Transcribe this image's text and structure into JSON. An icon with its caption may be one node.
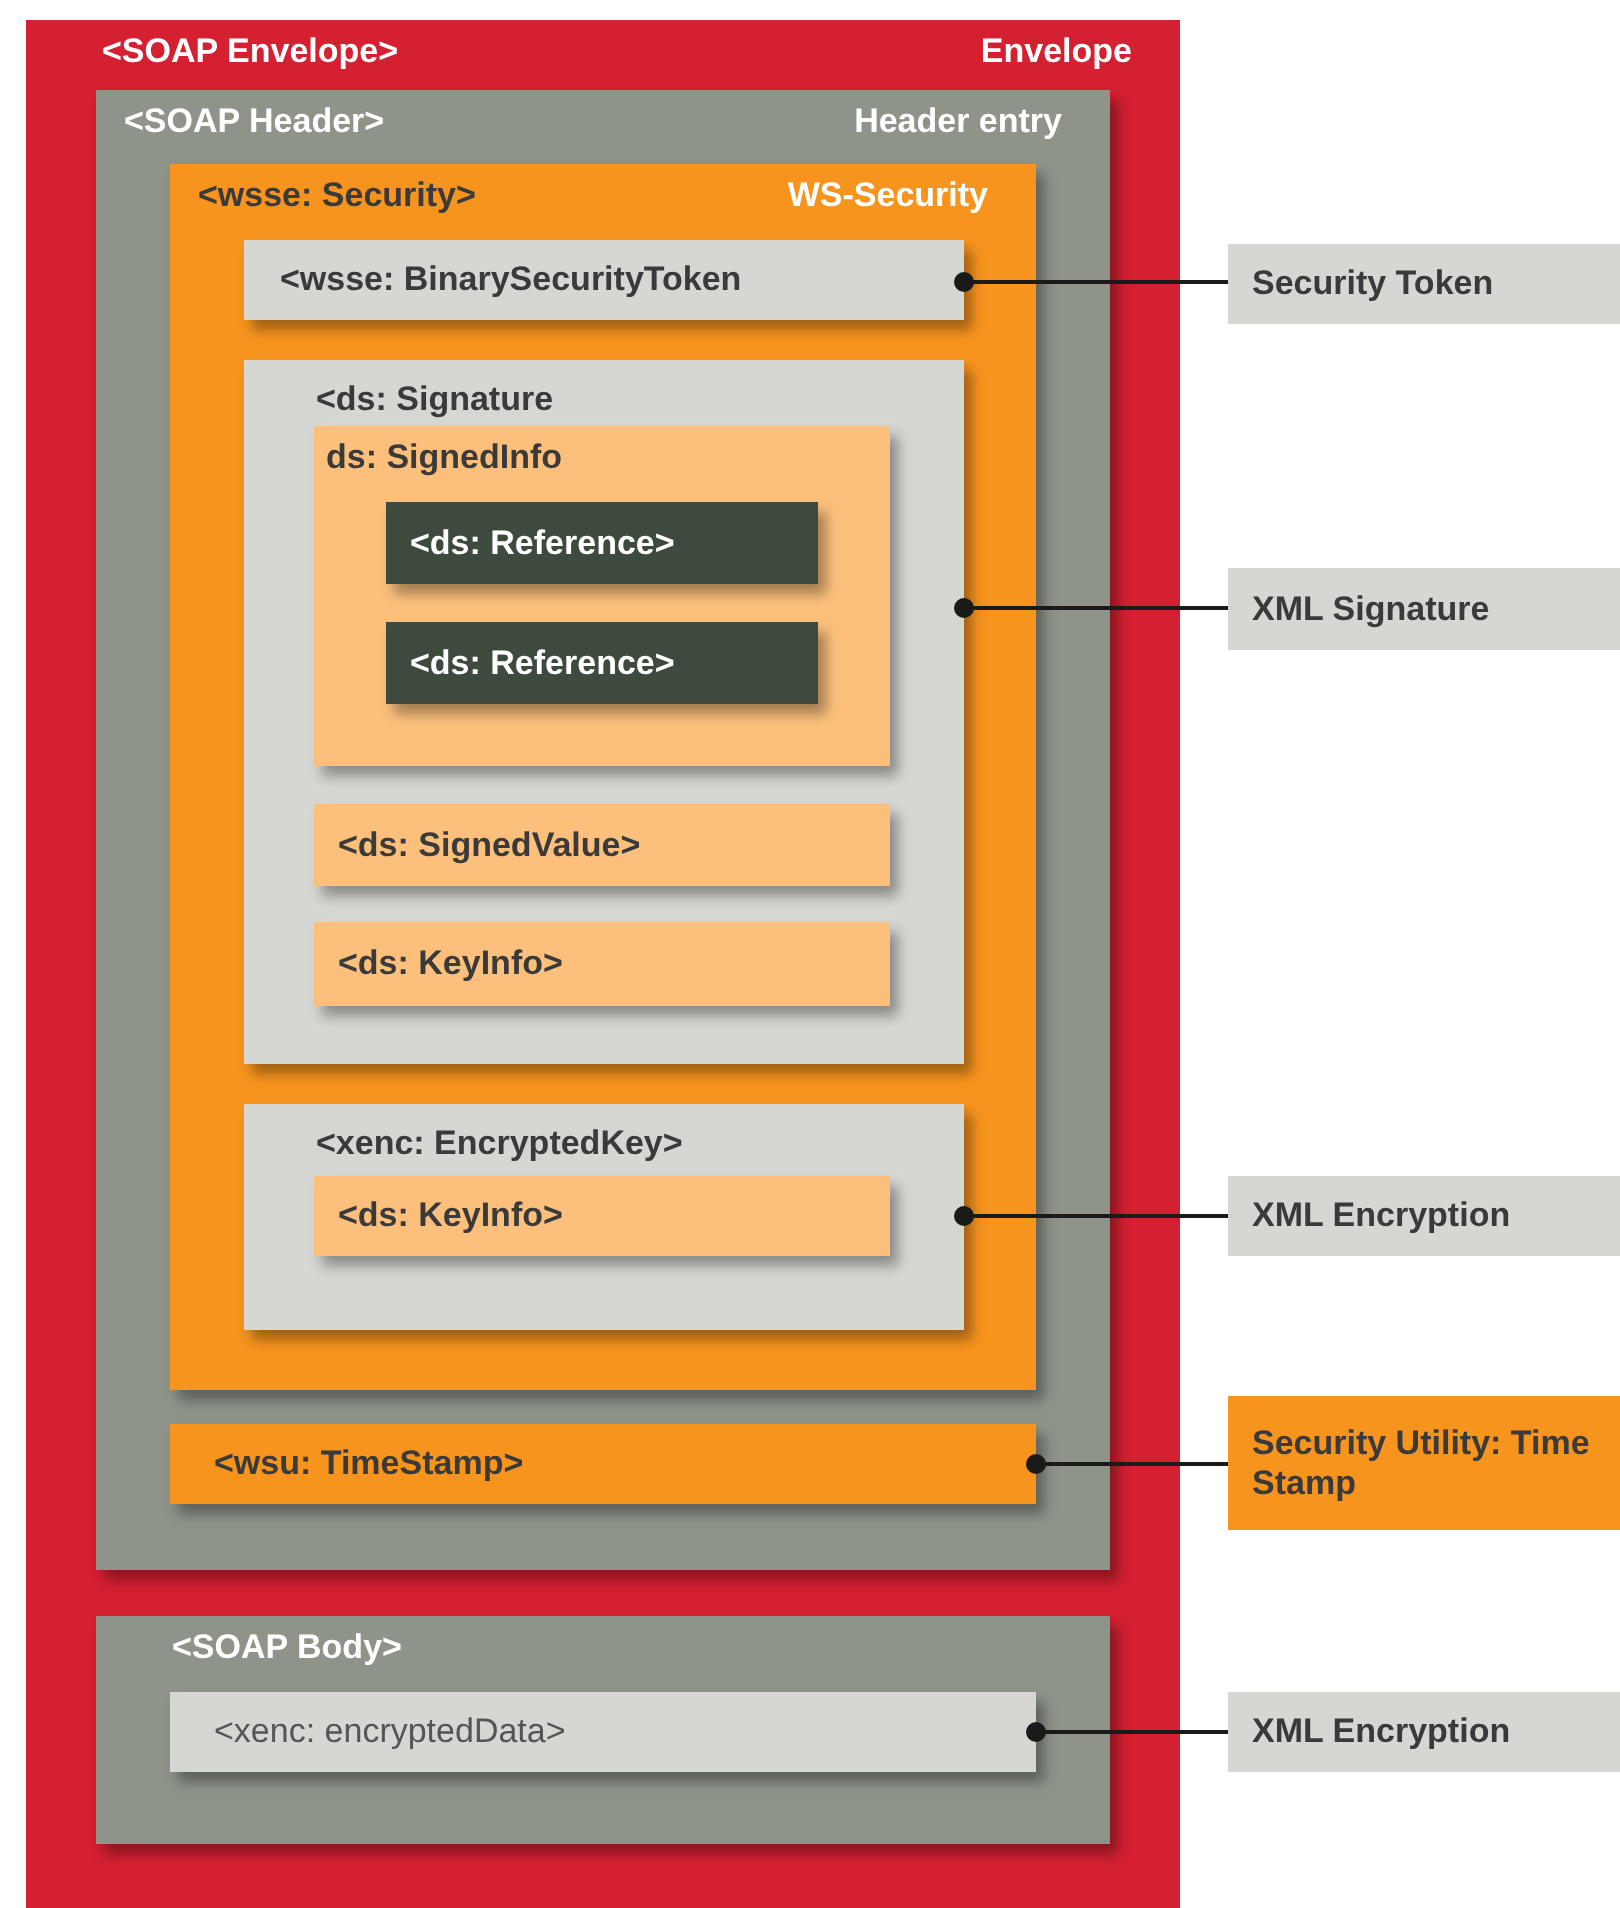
{
  "diagram": {
    "nodes": [
      {
        "text": [
          "<SOAP Envelope>",
          "Envelope"
        ]
      },
      {
        "text": [
          "<SOAP Header>",
          "Header entry"
        ],
        "in": 0
      },
      {
        "text": [
          "<wsse: Security>",
          "WS-Security"
        ],
        "in": 1
      },
      {
        "text": [
          "<wsse: BinarySecurityToken"
        ],
        "in": 2
      },
      {
        "text": [
          "<ds: Signature"
        ],
        "in": 2
      },
      {
        "text": [
          "ds: SignedInfo"
        ],
        "in": 4
      },
      {
        "text": [
          "<ds: Reference>"
        ],
        "in": 5
      },
      {
        "text": [
          "<ds: Reference>"
        ],
        "in": 5
      },
      {
        "text": [
          "<ds: SignedValue>"
        ],
        "in": 4
      },
      {
        "text": [
          "<ds: KeyInfo>"
        ],
        "in": 4
      },
      {
        "text": [
          "<xenc: EncryptedKey>"
        ],
        "in": 2
      },
      {
        "text": [
          "<ds: KeyInfo>"
        ],
        "in": 10
      },
      {
        "text": [
          "<wsu: TimeStamp>"
        ],
        "in": 1
      },
      {
        "text": [
          "<SOAP Body>"
        ],
        "in": 0
      },
      {
        "text": [
          "<xenc: encryptedData>"
        ],
        "in": 13
      },
      {
        "text": [
          "Security Token"
        ]
      },
      {
        "text": [
          "XML Signature"
        ]
      },
      {
        "text": [
          "XML Encryption"
        ]
      },
      {
        "text": [
          "Security Utility: Time Stamp"
        ]
      },
      {
        "text": [
          "XML Encryption"
        ]
      }
    ],
    "edges": [
      {
        "from": 3,
        "to": 15,
        "arrow": "other"
      },
      {
        "from": 4,
        "to": 16,
        "arrow": "other"
      },
      {
        "from": 10,
        "to": 17,
        "arrow": "other"
      },
      {
        "from": 12,
        "to": 18,
        "arrow": "other"
      },
      {
        "from": 14,
        "to": 19,
        "arrow": "other"
      }
    ]
  }
}
